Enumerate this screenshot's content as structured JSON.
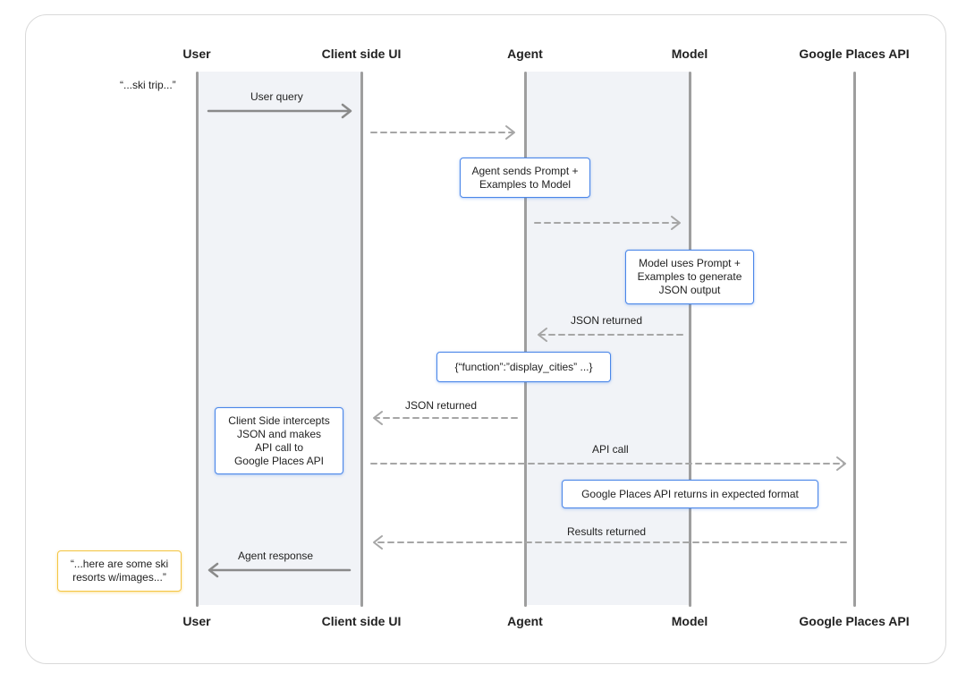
{
  "lifelines": {
    "user": "User",
    "client_ui": "Client side UI",
    "agent": "Agent",
    "model": "Model",
    "places_api": "Google Places API"
  },
  "user_quote": "“...ski trip...”",
  "messages": {
    "user_query": "User query",
    "json_returned_model": "JSON returned",
    "json_returned_agent": "JSON returned",
    "api_call": "API call",
    "results_returned": "Results returned",
    "agent_response": "Agent response"
  },
  "notes": {
    "agent_sends": "Agent sends Prompt +\nExamples to Model",
    "model_uses": "Model uses Prompt +\nExamples to generate\nJSON output",
    "function_json": "{“function”:”display_cities” ...}",
    "client_intercepts": "Client Side intercepts\nJSON and makes\nAPI call to\nGoogle Places API",
    "places_returns": "Google Places API returns in expected format",
    "final_response": "“...here are some ski\nresorts w/images...”"
  },
  "colors": {
    "lifeline": "#9e9e9e",
    "band": "#f1f3f7",
    "note_border": "#4a86e8",
    "final_border": "#f4c542",
    "solid_arrow": "#8a8a8a",
    "dashed_arrow": "#a6a6a6"
  }
}
